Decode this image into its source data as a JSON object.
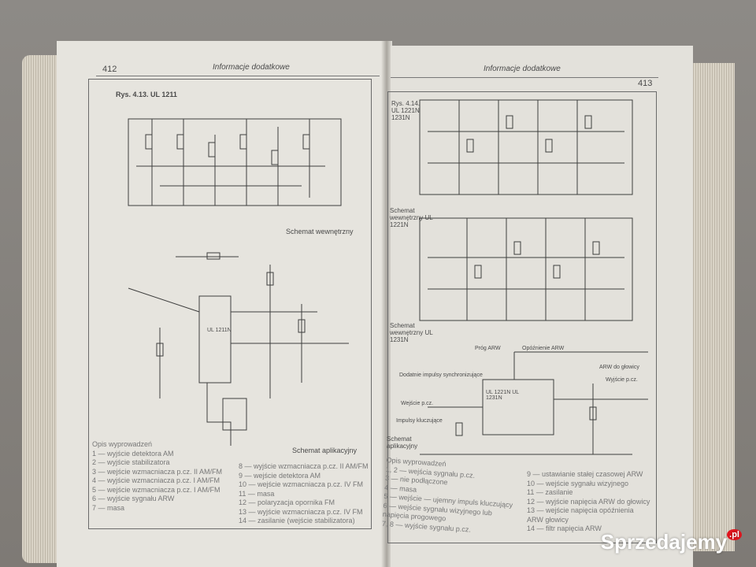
{
  "left_page": {
    "page_number": "412",
    "header": "Informacje dodatkowe",
    "figure_title": "Rys. 4.13. UL 1211",
    "caption_internal": "Schemat wewnętrzny",
    "caption_application": "Schemat aplikacyjny",
    "ic_label": "UL 1211N",
    "pin_desc_title": "Opis wyprowadzeń",
    "pins_left": [
      "1 — wyjście detektora AM",
      "2 — wyjście stabilizatora",
      "3 — wejście wzmacniacza p.cz. II AM/FM",
      "4 — wyjście wzmacniacza p.cz. I AM/FM",
      "5 — wejście wzmacniacza p.cz. I AM/FM",
      "6 — wyjście sygnału ARW",
      "7 — masa"
    ],
    "pins_right": [
      "8 — wyjście wzmacniacza p.cz. II AM/FM",
      "9 — wejście detektora AM",
      "10 — wejście wzmacniacza p.cz. IV FM",
      "11 — masa",
      "12 — polaryzacja opornika FM",
      "13 — wyjście wzmacniacza p.cz. IV FM",
      "14 — zasilanie (wejście stabilizatora)"
    ]
  },
  "right_page": {
    "page_number": "413",
    "header": "Informacje dodatkowe",
    "figure_title": "Rys. 4.14. UL 1221N 1231N",
    "caption_internal_1": "Schemat wewnętrzny UL 1221N",
    "caption_internal_2": "Schemat wewnętrzny UL 1231N",
    "caption_application": "Schemat aplikacyjny",
    "ic_label": "UL 1221N UL 1231N",
    "labels": [
      "Próg ARW",
      "Opóźnienie ARW",
      "ARW do głowicy",
      "Dodatnie impulsy synchronizujące",
      "Wejście p.cz.",
      "Impulsy kluczujące",
      "Wyjście p.cz."
    ],
    "pin_desc_title": "Opis wyprowadzeń",
    "pins_left": [
      "1, 2 — wejścia sygnału p.cz.",
      "3 — nie podłączone",
      "4 — masa",
      "5 — wejście — ujemny impuls kluczujący",
      "6 — wejście sygnału wizyjnego lub napięcia progowego",
      "7, 8 — wyjście sygnału p.cz."
    ],
    "pins_right": [
      "9 — ustawianie stałej czasowej ARW",
      "10 — wejście sygnału wizyjnego",
      "11 — zasilanie",
      "12 — wyjście napięcia ARW do głowicy",
      "13 — wejście napięcia opóźnienia ARW głowicy",
      "14 — filtr napięcia ARW"
    ]
  },
  "watermark": {
    "text": "Sprzedajemy",
    "suffix": ".pl"
  }
}
